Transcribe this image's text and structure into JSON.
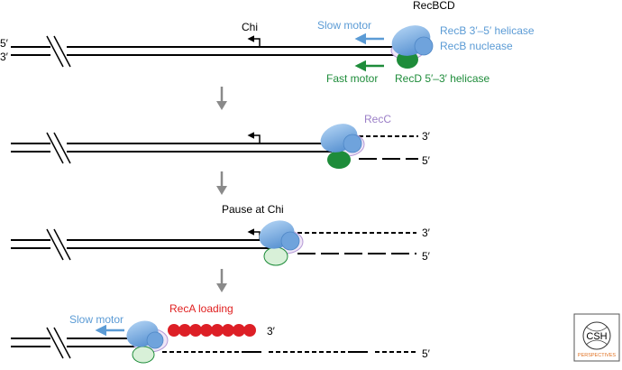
{
  "labels": {
    "complex_name": "RecBCD",
    "chi": "Chi",
    "slow_motor": "Slow motor",
    "fast_motor": "Fast motor",
    "recb_helicase": "RecB 3′–5′ helicase",
    "recb_nuclease": "RecB nuclease",
    "recd_helicase": "RecD 5′–3′ helicase",
    "recc": "RecC",
    "pause_at_chi": "Pause at Chi",
    "reca_loading": "RecA loading",
    "slow_motor_final": "Slow motor"
  },
  "ends": {
    "five_prime": "5′",
    "three_prime": "3′"
  },
  "logo": {
    "line1": "CSH",
    "line2": "PERSPECTIVES"
  },
  "colors": {
    "blue_text": "#5b9bd5",
    "green_text": "#1e8c3a",
    "purple_text": "#9b7fc7",
    "red_text": "#e02020",
    "recb_fill": "#7fb2e5",
    "recd_fill": "#1e8c3a",
    "recd_light_fill": "#d8f0d8",
    "recc_fill": "#efe6f7",
    "reca_fill": "#dd1f26",
    "arrow_gray": "#8a8a8a"
  }
}
